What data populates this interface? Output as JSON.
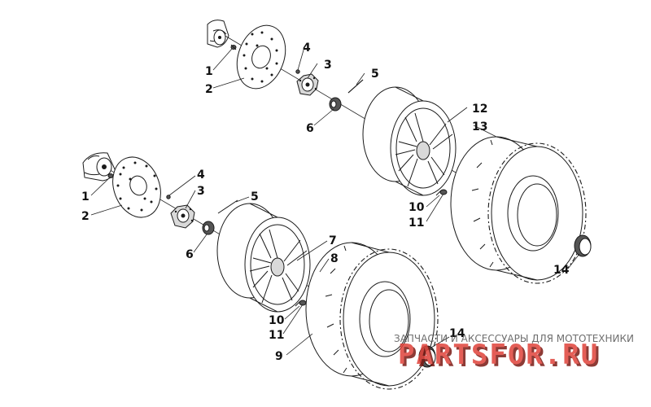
{
  "callouts": {
    "c1_upper": "1",
    "c2_upper": "2",
    "c3_upper": "3",
    "c4_upper": "4",
    "c5_upper": "5",
    "c6_upper": "6",
    "c10_upper": "10",
    "c11_upper": "11",
    "c12": "12",
    "c13": "13",
    "c14_upper": "14",
    "c1_lower": "1",
    "c2_lower": "2",
    "c3_lower": "3",
    "c4_lower": "4",
    "c5_lower": "5",
    "c6_lower": "6",
    "c7": "7",
    "c8": "8",
    "c9": "9",
    "c10_lower": "10",
    "c11_lower": "11",
    "c14_lower": "14"
  },
  "watermark": {
    "tagline": "ЗАПЧАСТИ И АКСЕССУАРЫ ДЛЯ МОТОТЕХНИКИ",
    "logo": "PARTSFOR.RU",
    "colors": {
      "logo": "#e0433a",
      "logo_shadow": "#7a1a14"
    }
  },
  "colors": {
    "line": "#1a1a1a",
    "shade": "#d9d9d9",
    "background": "#ffffff"
  }
}
